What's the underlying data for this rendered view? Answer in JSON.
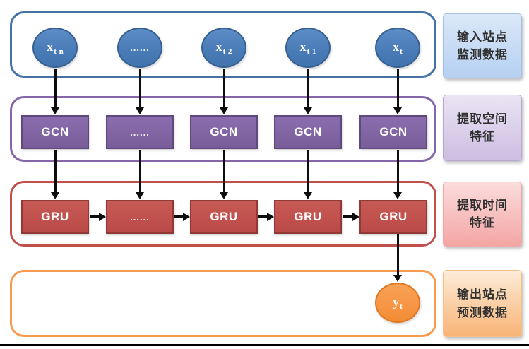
{
  "diagram": {
    "input_row": {
      "nodes": [
        {
          "base": "x",
          "sub": "t-n"
        },
        {
          "label": "......"
        },
        {
          "base": "x",
          "sub": "t-2"
        },
        {
          "base": "x",
          "sub": "t-1"
        },
        {
          "base": "x",
          "sub": "t"
        }
      ]
    },
    "gcn_row": {
      "labels": [
        "GCN",
        "......",
        "GCN",
        "GCN",
        "GCN"
      ]
    },
    "gru_row": {
      "labels": [
        "GRU",
        "......",
        "GRU",
        "GRU",
        "GRU"
      ]
    },
    "output_node": {
      "base": "y",
      "sub": "t"
    },
    "side_labels": [
      {
        "line1": "输入站点",
        "line2": "监测数据"
      },
      {
        "line1": "提取空间",
        "line2": "特征"
      },
      {
        "line1": "提取时间",
        "line2": "特征"
      },
      {
        "line1": "输出站点",
        "line2": "预测数据"
      }
    ],
    "colors": {
      "input_node_fill": "#4a7cb8",
      "input_node_border": "#366092",
      "input_container_border": "#4472a4",
      "gcn_fill": "#8064a2",
      "gcn_border": "#5f4a7d",
      "gru_fill": "#c0504d",
      "gru_border": "#903937",
      "output_fill": "#f79646",
      "output_border": "#e1761e",
      "label_blue_bg": "#b6d0f2",
      "label_purple_bg": "#cdbde2",
      "label_pink_bg": "#f3a5a3",
      "label_orange_bg": "#f9b376",
      "arrow_color": "#0d0d0d"
    }
  }
}
